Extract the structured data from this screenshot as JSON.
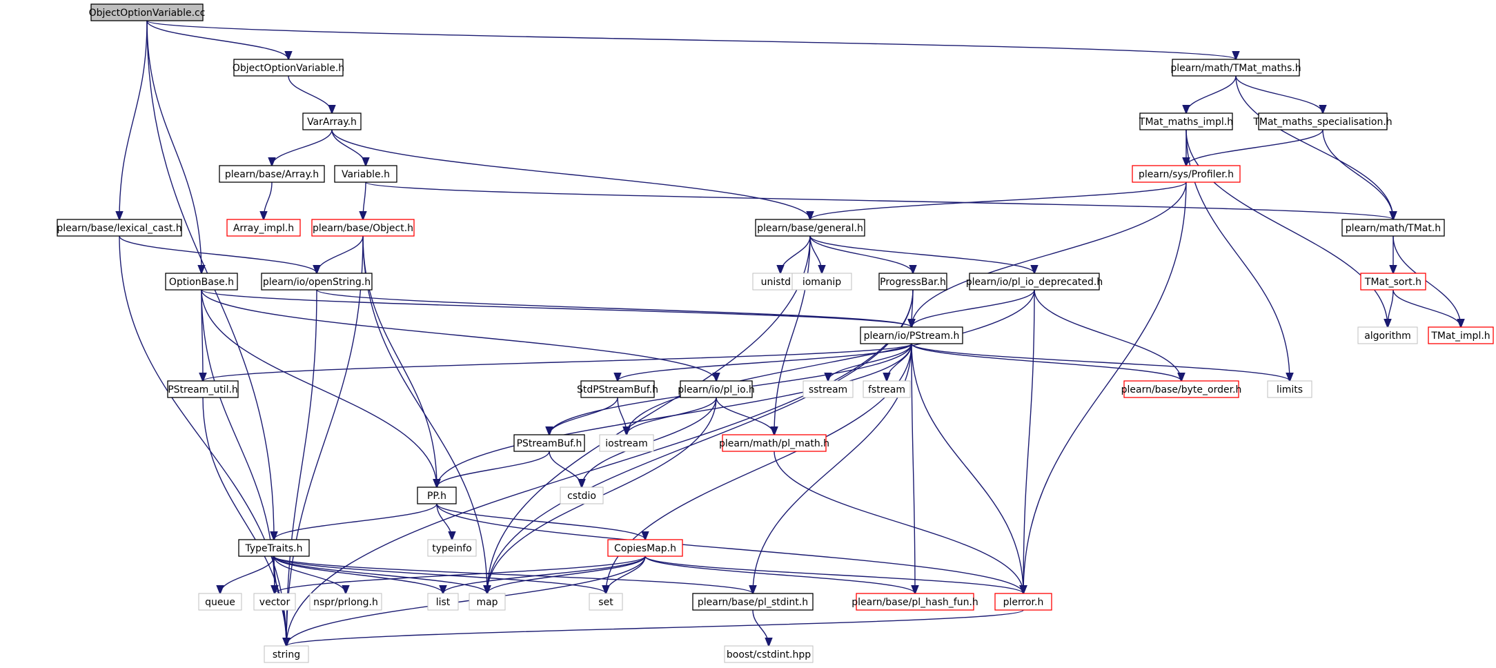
{
  "root": "ObjectOptionVariable.cc",
  "colors": {
    "edge": "#191970",
    "root_fill": "#bfbfbf",
    "normal_border": "#000000",
    "truncated_border": "#ff0000",
    "external_border": "#bfbfbf",
    "text": "#000000",
    "background": "#ffffff"
  },
  "nodes": [
    {
      "id": "root",
      "label": "ObjectOptionVariable.cc",
      "kind": "root"
    },
    {
      "id": "oov_h",
      "label": "ObjectOptionVariable.h",
      "kind": "normal"
    },
    {
      "id": "tmat_maths",
      "label": "plearn/math/TMat_maths.h",
      "kind": "normal"
    },
    {
      "id": "vararray",
      "label": "VarArray.h",
      "kind": "normal"
    },
    {
      "id": "tmat_maths_impl",
      "label": "TMat_maths_impl.h",
      "kind": "normal"
    },
    {
      "id": "tmat_maths_spec",
      "label": "TMat_maths_specialisation.h",
      "kind": "normal"
    },
    {
      "id": "base_array",
      "label": "plearn/base/Array.h",
      "kind": "normal"
    },
    {
      "id": "variable",
      "label": "Variable.h",
      "kind": "normal"
    },
    {
      "id": "profiler",
      "label": "plearn/sys/Profiler.h",
      "kind": "truncated"
    },
    {
      "id": "array_impl",
      "label": "Array_impl.h",
      "kind": "truncated"
    },
    {
      "id": "lexical_cast",
      "label": "plearn/base/lexical_cast.h",
      "kind": "normal"
    },
    {
      "id": "object",
      "label": "plearn/base/Object.h",
      "kind": "truncated"
    },
    {
      "id": "general",
      "label": "plearn/base/general.h",
      "kind": "normal"
    },
    {
      "id": "tmat",
      "label": "plearn/math/TMat.h",
      "kind": "normal"
    },
    {
      "id": "optionbase",
      "label": "OptionBase.h",
      "kind": "normal"
    },
    {
      "id": "openstring",
      "label": "plearn/io/openString.h",
      "kind": "normal"
    },
    {
      "id": "unistd",
      "label": "unistd.h",
      "kind": "external"
    },
    {
      "id": "iomanip",
      "label": "iomanip",
      "kind": "external"
    },
    {
      "id": "progressbar",
      "label": "ProgressBar.h",
      "kind": "normal"
    },
    {
      "id": "pl_io_dep",
      "label": "plearn/io/pl_io_deprecated.h",
      "kind": "normal"
    },
    {
      "id": "tmat_sort",
      "label": "TMat_sort.h",
      "kind": "truncated"
    },
    {
      "id": "pstream",
      "label": "plearn/io/PStream.h",
      "kind": "normal"
    },
    {
      "id": "algorithm",
      "label": "algorithm",
      "kind": "external"
    },
    {
      "id": "tmat_impl",
      "label": "TMat_impl.h",
      "kind": "truncated"
    },
    {
      "id": "pstream_util",
      "label": "PStream_util.h",
      "kind": "normal"
    },
    {
      "id": "stdpstreambuf",
      "label": "StdPStreamBuf.h",
      "kind": "normal"
    },
    {
      "id": "pl_io",
      "label": "plearn/io/pl_io.h",
      "kind": "normal"
    },
    {
      "id": "sstream",
      "label": "sstream",
      "kind": "external"
    },
    {
      "id": "fstream",
      "label": "fstream",
      "kind": "external"
    },
    {
      "id": "byte_order",
      "label": "plearn/base/byte_order.h",
      "kind": "truncated"
    },
    {
      "id": "limits",
      "label": "limits",
      "kind": "external"
    },
    {
      "id": "pstreambuf",
      "label": "PStreamBuf.h",
      "kind": "normal"
    },
    {
      "id": "iostream",
      "label": "iostream",
      "kind": "external"
    },
    {
      "id": "pl_math",
      "label": "plearn/math/pl_math.h",
      "kind": "truncated"
    },
    {
      "id": "cstdio",
      "label": "cstdio",
      "kind": "external"
    },
    {
      "id": "pp",
      "label": "PP.h",
      "kind": "normal"
    },
    {
      "id": "typeinfo",
      "label": "typeinfo",
      "kind": "external"
    },
    {
      "id": "typetraits",
      "label": "TypeTraits.h",
      "kind": "normal"
    },
    {
      "id": "copiesmap",
      "label": "CopiesMap.h",
      "kind": "truncated"
    },
    {
      "id": "queue",
      "label": "queue",
      "kind": "external"
    },
    {
      "id": "vector",
      "label": "vector",
      "kind": "external"
    },
    {
      "id": "nspr",
      "label": "nspr/prlong.h",
      "kind": "external"
    },
    {
      "id": "list",
      "label": "list",
      "kind": "external"
    },
    {
      "id": "map",
      "label": "map",
      "kind": "external"
    },
    {
      "id": "set",
      "label": "set",
      "kind": "external"
    },
    {
      "id": "pl_stdint",
      "label": "plearn/base/pl_stdint.h",
      "kind": "normal"
    },
    {
      "id": "pl_hash_fun",
      "label": "plearn/base/pl_hash_fun.h",
      "kind": "truncated"
    },
    {
      "id": "plerror",
      "label": "plerror.h",
      "kind": "truncated"
    },
    {
      "id": "string",
      "label": "string",
      "kind": "external"
    },
    {
      "id": "boost_cstdint",
      "label": "boost/cstdint.hpp",
      "kind": "external"
    }
  ],
  "edges": [
    [
      "root",
      "oov_h"
    ],
    [
      "root",
      "tmat_maths"
    ],
    [
      "root",
      "lexical_cast"
    ],
    [
      "root",
      "optionbase"
    ],
    [
      "root",
      "typetraits"
    ],
    [
      "oov_h",
      "vararray"
    ],
    [
      "tmat_maths",
      "tmat_maths_impl"
    ],
    [
      "tmat_maths",
      "tmat_maths_spec"
    ],
    [
      "tmat_maths",
      "tmat"
    ],
    [
      "tmat_maths_impl",
      "profiler"
    ],
    [
      "tmat_maths_impl",
      "limits"
    ],
    [
      "tmat_maths_impl",
      "algorithm"
    ],
    [
      "tmat_maths_spec",
      "profiler"
    ],
    [
      "tmat_maths_spec",
      "tmat"
    ],
    [
      "vararray",
      "base_array"
    ],
    [
      "vararray",
      "variable"
    ],
    [
      "vararray",
      "general"
    ],
    [
      "base_array",
      "array_impl"
    ],
    [
      "variable",
      "object"
    ],
    [
      "variable",
      "tmat"
    ],
    [
      "profiler",
      "general"
    ],
    [
      "profiler",
      "pstream"
    ],
    [
      "profiler",
      "plerror"
    ],
    [
      "lexical_cast",
      "openstring"
    ],
    [
      "lexical_cast",
      "string"
    ],
    [
      "object",
      "openstring"
    ],
    [
      "object",
      "pp"
    ],
    [
      "object",
      "map"
    ],
    [
      "object",
      "string"
    ],
    [
      "general",
      "unistd"
    ],
    [
      "general",
      "iomanip"
    ],
    [
      "general",
      "progressbar"
    ],
    [
      "general",
      "pl_io_dep"
    ],
    [
      "general",
      "pl_math"
    ],
    [
      "general",
      "map"
    ],
    [
      "tmat",
      "tmat_sort"
    ],
    [
      "tmat",
      "tmat_impl"
    ],
    [
      "tmat_sort",
      "algorithm"
    ],
    [
      "tmat_sort",
      "tmat_impl"
    ],
    [
      "optionbase",
      "pstream_util"
    ],
    [
      "optionbase",
      "pp"
    ],
    [
      "optionbase",
      "pstream"
    ],
    [
      "optionbase",
      "pl_io"
    ],
    [
      "optionbase",
      "vector"
    ],
    [
      "openstring",
      "pstream"
    ],
    [
      "openstring",
      "string"
    ],
    [
      "progressbar",
      "pstream"
    ],
    [
      "progressbar",
      "string"
    ],
    [
      "progressbar",
      "map"
    ],
    [
      "pl_io_dep",
      "pstream"
    ],
    [
      "pl_io_dep",
      "byte_order"
    ],
    [
      "pl_io_dep",
      "plerror"
    ],
    [
      "pl_io_dep",
      "iostream"
    ],
    [
      "pstream",
      "pstream_util"
    ],
    [
      "pstream",
      "stdpstreambuf"
    ],
    [
      "pstream",
      "pstreambuf"
    ],
    [
      "pstream",
      "pp"
    ],
    [
      "pstream",
      "sstream"
    ],
    [
      "pstream",
      "fstream"
    ],
    [
      "pstream",
      "byte_order"
    ],
    [
      "pstream",
      "limits"
    ],
    [
      "pstream",
      "set"
    ],
    [
      "pstream",
      "pl_stdint"
    ],
    [
      "pstream",
      "pl_hash_fun"
    ],
    [
      "pstream",
      "plerror"
    ],
    [
      "pstream_util",
      "string"
    ],
    [
      "stdpstreambuf",
      "pstreambuf"
    ],
    [
      "stdpstreambuf",
      "iostream"
    ],
    [
      "pl_io",
      "iostream"
    ],
    [
      "pl_io",
      "pl_math"
    ],
    [
      "pl_io",
      "cstdio"
    ],
    [
      "pl_io",
      "map"
    ],
    [
      "pl_math",
      "plerror"
    ],
    [
      "pstreambuf",
      "pp"
    ],
    [
      "pstreambuf",
      "cstdio"
    ],
    [
      "pp",
      "typeinfo"
    ],
    [
      "pp",
      "typetraits"
    ],
    [
      "pp",
      "copiesmap"
    ],
    [
      "pp",
      "plerror"
    ],
    [
      "typetraits",
      "queue"
    ],
    [
      "typetraits",
      "vector"
    ],
    [
      "typetraits",
      "nspr"
    ],
    [
      "typetraits",
      "list"
    ],
    [
      "typetraits",
      "map"
    ],
    [
      "typetraits",
      "set"
    ],
    [
      "typetraits",
      "string"
    ],
    [
      "typetraits",
      "pl_stdint"
    ],
    [
      "copiesmap",
      "vector"
    ],
    [
      "copiesmap",
      "list"
    ],
    [
      "copiesmap",
      "map"
    ],
    [
      "copiesmap",
      "set"
    ],
    [
      "copiesmap",
      "string"
    ],
    [
      "copiesmap",
      "pl_hash_fun"
    ],
    [
      "copiesmap",
      "plerror"
    ],
    [
      "pl_stdint",
      "boost_cstdint"
    ],
    [
      "plerror",
      "string"
    ]
  ]
}
